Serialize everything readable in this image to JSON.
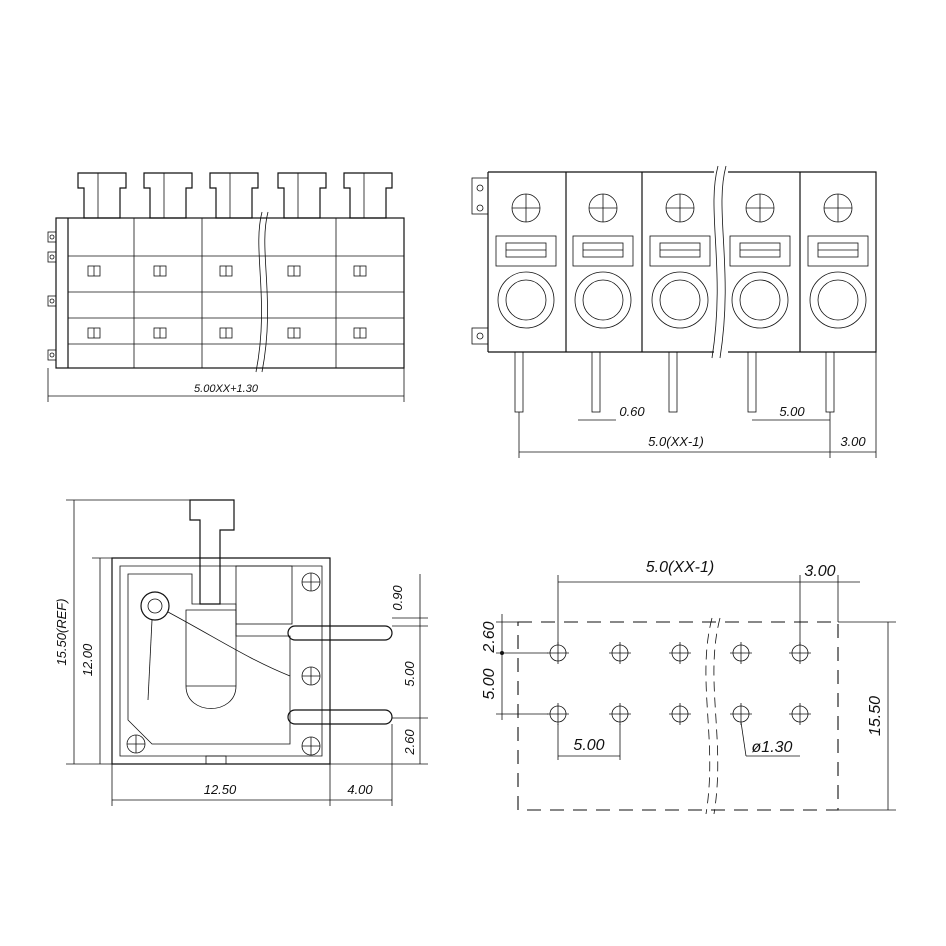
{
  "views": {
    "front": {
      "width_dim": "5.00XX+1.30"
    },
    "top": {
      "pin_width": "0.60",
      "pitch": "5.00",
      "span": "5.0(XX-1)",
      "end": "3.00"
    },
    "side": {
      "height_ref": "15.50(REF)",
      "body_height": "12.00",
      "top_off": "0.90",
      "pin_spacing": "5.00",
      "bottom_off": "2.60",
      "body_width": "12.50",
      "pin_overhang": "4.00"
    },
    "pcb": {
      "span": "5.0(XX-1)",
      "end": "3.00",
      "row_off": "2.60",
      "row_spacing": "5.00",
      "pitch": "5.00",
      "hole_dia": "ø1.30",
      "height": "15.50"
    }
  }
}
